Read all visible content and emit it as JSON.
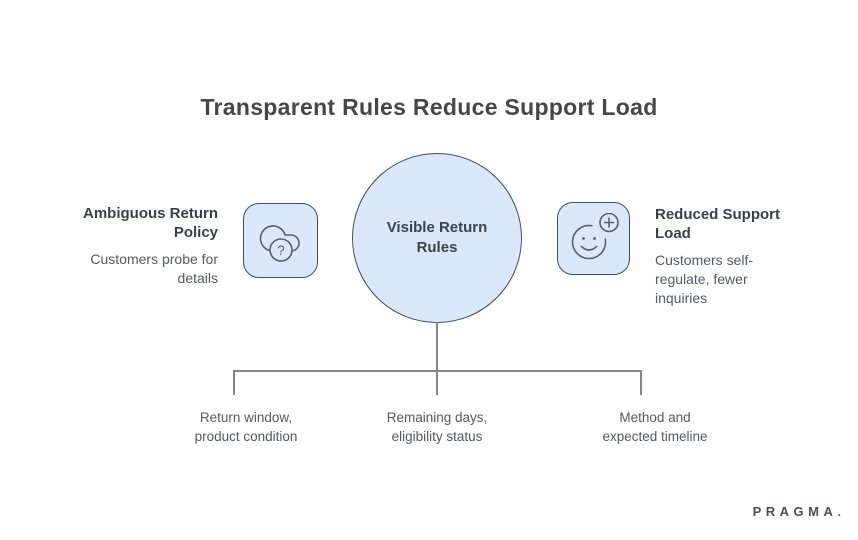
{
  "title": "Transparent Rules Reduce Support Load",
  "center_node": {
    "label": "Visible Return\nRules"
  },
  "left_node": {
    "heading": "Ambiguous Return\nPolicy",
    "body": "Customers probe for\ndetails",
    "icon": "cloud-question-icon",
    "question_glyph": "?"
  },
  "right_node": {
    "heading": "Reduced Support\nLoad",
    "body": "Customers self-\nregulate, fewer\ninquiries",
    "icon": "smiley-plus-icon"
  },
  "branches": [
    {
      "label": "Return window,\nproduct condition"
    },
    {
      "label": "Remaining days,\neligibility status"
    },
    {
      "label": "Method and\nexpected timeline"
    }
  ],
  "logo": {
    "name": "PRAGMA",
    "dot": "."
  },
  "colors": {
    "node_fill": "#dbe7fb",
    "node_border": "#434c5b",
    "icon_stroke": "#58606f",
    "connector_line": "#858585",
    "title_text": "#474747",
    "heading_text": "#3c3f45",
    "body_text": "#56595e",
    "logo_text": "#4a4e55",
    "logo_dot": "#2e7cf6"
  }
}
